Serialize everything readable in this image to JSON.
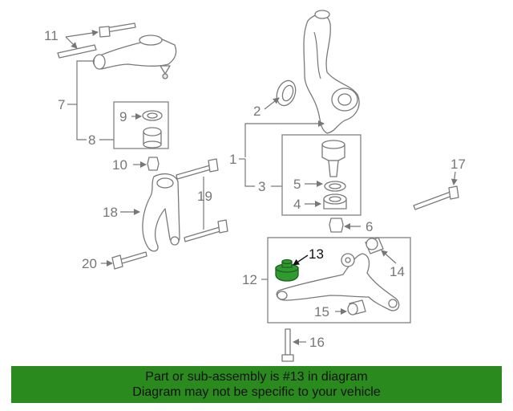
{
  "callouts": {
    "c1": "1",
    "c2": "2",
    "c3": "3",
    "c4": "4",
    "c5": "5",
    "c6": "6",
    "c7": "7",
    "c8": "8",
    "c9": "9",
    "c10": "10",
    "c11": "11",
    "c12": "12",
    "c13": "13",
    "c14": "14",
    "c15": "15",
    "c16": "16",
    "c17": "17",
    "c18": "18",
    "c19": "19",
    "c20": "20"
  },
  "highlighted_part": "13",
  "colors": {
    "highlight_part": "#2f9a2f",
    "banner": "#2b8a1e"
  },
  "banner": {
    "line1": "Part or sub-assembly is #13 in diagram",
    "line2": "Diagram may not be specific to your vehicle"
  }
}
